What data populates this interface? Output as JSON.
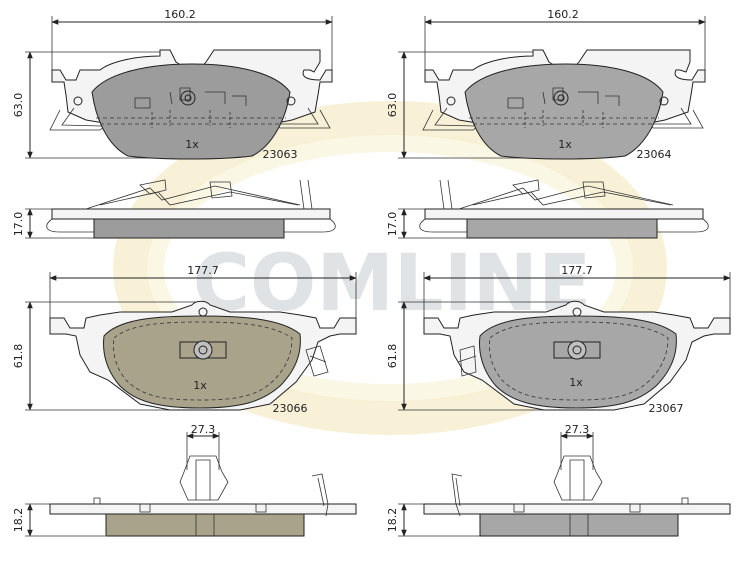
{
  "watermark": {
    "text": "COMLINE",
    "color": "#9aa3ad",
    "accent_color": "#e8d27a"
  },
  "colors": {
    "pad_gray": "#9c9c9c",
    "pad_olive": "#a8a38a",
    "pad_gray2": "#a7a7a7"
  },
  "pads": [
    {
      "part_number": "23063",
      "quantity": "1x",
      "width": "160.2",
      "height": "63.0",
      "thickness": "17.0"
    },
    {
      "part_number": "23064",
      "quantity": "1x",
      "width": "160.2",
      "height": "63.0",
      "thickness": "17.0"
    },
    {
      "part_number": "23066",
      "quantity": "1x",
      "width": "177.7",
      "height": "61.8",
      "thickness": "18.2",
      "clip_width": "27.3"
    },
    {
      "part_number": "23067",
      "quantity": "1x",
      "width": "177.7",
      "height": "61.8",
      "thickness": "18.2",
      "clip_width": "27.3"
    }
  ]
}
